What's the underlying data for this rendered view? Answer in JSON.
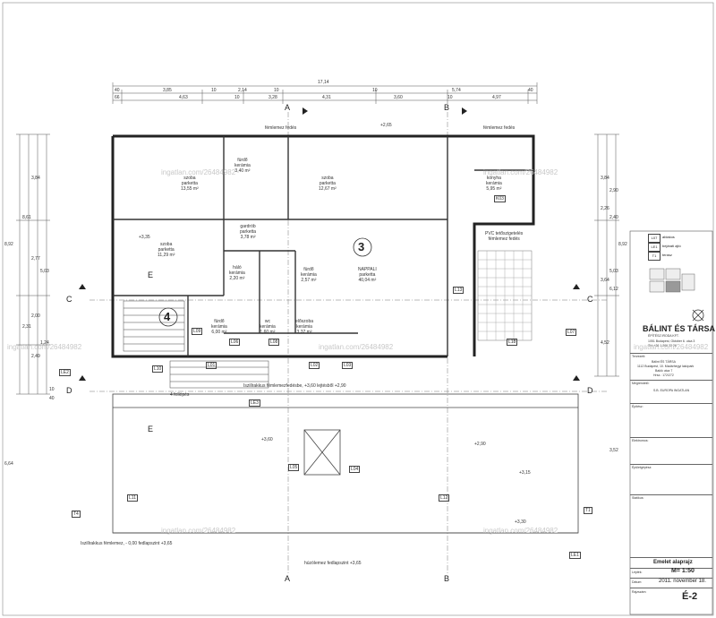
{
  "dimensions_top": {
    "overall": "17,14",
    "row1": [
      "40",
      "3,85",
      "10",
      "2,14",
      "10",
      "10",
      "5,74",
      "40"
    ],
    "row2": [
      "66",
      "4,63",
      "10",
      "3,28",
      "4,31",
      "3,60",
      "10",
      "4,97"
    ]
  },
  "dimensions_left": [
    "8,92",
    "8,61",
    "3,84",
    "2,77",
    "5,03",
    "2,31",
    "2,00",
    "1,24",
    "2,49",
    "6,64",
    "10",
    "40"
  ],
  "dimensions_right": [
    "3,84",
    "2,90",
    "5,03",
    "3,64",
    "6,12",
    "4,52",
    "2,26",
    "2,40",
    "8,92",
    "3,52"
  ],
  "axes": {
    "A": "A",
    "B": "B",
    "C": "C",
    "D": "D",
    "E": "E"
  },
  "zones": {
    "z3": "3",
    "z4": "4"
  },
  "rooms": [
    {
      "name": "fürdő",
      "floor": "kerámia",
      "area": "3,40 m²"
    },
    {
      "name": "szoba",
      "floor": "parketta",
      "area": "13,55 m²"
    },
    {
      "name": "szoba",
      "floor": "parketta",
      "area": "12,67 m²"
    },
    {
      "name": "gardrób",
      "floor": "parketta",
      "area": "3,78 m²"
    },
    {
      "name": "szoba",
      "floor": "parketta",
      "area": "11,29 m²"
    },
    {
      "name": "NAPPALI",
      "floor": "parketta",
      "area": "40,04 m²"
    },
    {
      "name": "fürdő",
      "floor": "kerámia",
      "area": "2,57 m²"
    },
    {
      "name": "háló",
      "floor": "kerámia",
      "area": "2,20 m²"
    },
    {
      "name": "konyha",
      "floor": "kerámia",
      "area": "5,95 m²"
    },
    {
      "name": "fürdő",
      "floor": "kerámia",
      "area": "6,00 m²"
    },
    {
      "name": "előszoba",
      "floor": "kerámia",
      "area": "3,37 m²"
    },
    {
      "name": "wc",
      "floor": "kerámia",
      "area": "1,60 m²"
    },
    {
      "name": "PVC tetőszigetelés",
      "floor": "fémlemez fedés",
      "area": ""
    }
  ],
  "labels": {
    "femlemezfedes": "fémlemez fedés",
    "femlemezfedes2": "fémlemez fedés",
    "steps": "4 fellépés",
    "roof_note": "Iszillrakkus fémlemezfedésbe, +3,60 lejtésből +2,90",
    "roof_note2": "Iszillrakkus fémlemez, - 0,00  fedlapszint +3,65",
    "mass_note": "húzólemez fedlapszint +3,65",
    "level_a": "+3,60",
    "level_b": "+2,90",
    "level_c": "+3,35",
    "level_d": "+3,30",
    "level_e": "+2,65",
    "level_f": "+3,15"
  },
  "legend": [
    {
      "code": "L07",
      "text": "ablakos"
    },
    {
      "code": "LE1",
      "text": "bejárati ajtó"
    },
    {
      "code": "T1",
      "text": "terasz"
    }
  ],
  "tags": [
    "L07",
    "L13",
    "L18",
    "L10",
    "L02",
    "L06",
    "L08",
    "L09",
    "L05",
    "L11",
    "L12",
    "LE2",
    "LE3",
    "LE1",
    "T1",
    "T4",
    "K03",
    "L04",
    "L03",
    "L01"
  ],
  "title_block": {
    "firm": "BÁLINT ÉS TÁRSA",
    "firm_sub": "ÉPÍTÉSZ IRODA KFT.",
    "address1": "1051 Budapest, Október 6. utca 3",
    "address2": "Tel: +36 1 266 22 26",
    "project_heading": "Tervezett:",
    "project": "Bálint ÉS TÁRSA",
    "project_addr": "1112 Budapest, 10. Madárhegyi lakópark",
    "project_addr2": "Bakló utca 7",
    "hrsz": "Hrsz.: 172/272",
    "owner_heading": "Megrendelő:",
    "owner": "S.B. EUROPA INGATLAN",
    "designer_heading": "Építész:",
    "structural_heading": "Statikus:",
    "mechanical_heading": "Épületgépész:",
    "electrical_heading": "Elektromos:",
    "drawing_title": "Emelet alaprajz",
    "scale_label": "Lépték:",
    "scale": "M= 1:50",
    "date_label": "Dátum:",
    "date": "2011. november 18.",
    "sheet_label": "Rajzszám:",
    "sheet": "É-2"
  },
  "watermarks": [
    "ingatlan.com/26484982",
    "ingatlan.com/26484982",
    "ingatlan.com/26484982",
    "ingatlan.com/26484982",
    "ingatlan.com/26484982",
    "ingatlan.com/26484982",
    "ingatlan.com/26484982"
  ]
}
